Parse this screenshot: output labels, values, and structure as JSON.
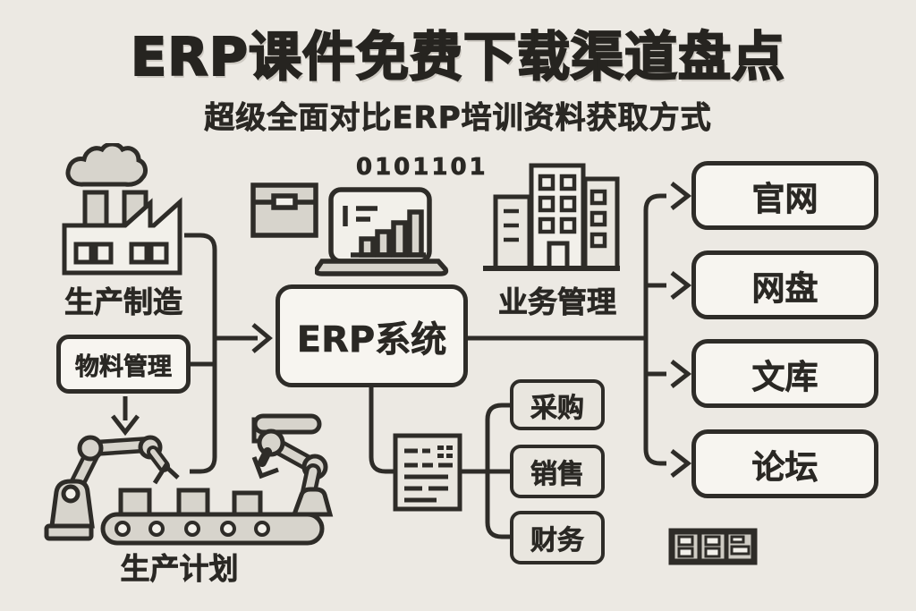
{
  "page": {
    "title": "ERP课件免费下载渠道盘点",
    "subtitle": "超级全面对比ERP培训资料获取方式"
  },
  "diagram": {
    "center_node_label": "ERP系统",
    "left_branch": {
      "factory_label": "生产制造",
      "material_box_label": "物料管理",
      "planning_label": "生产计划"
    },
    "top_branch": {
      "binary_text": "0101101",
      "business_label": "业务管理"
    },
    "module_boxes": {
      "procurement": "采购",
      "sales": "销售",
      "finance": "财务"
    },
    "channels": [
      {
        "label": "官网"
      },
      {
        "label": "网盘"
      },
      {
        "label": "文库"
      },
      {
        "label": "论坛"
      }
    ]
  },
  "icons": {
    "factory": "factory-icon",
    "package": "package-box-icon",
    "laptop": "laptop-chart-icon",
    "buildings": "office-buildings-icon",
    "robots": "robot-arms-conveyor-icon",
    "document": "document-icon",
    "panel": "control-panel-icon"
  },
  "colors": {
    "background": "#ece9e3",
    "line": "#2e2c28",
    "box_fill": "#f7f5f0",
    "module_fill": "#e9e6df",
    "icon_gray": "#d7d4cc",
    "icon_light": "#f2f0ea"
  }
}
